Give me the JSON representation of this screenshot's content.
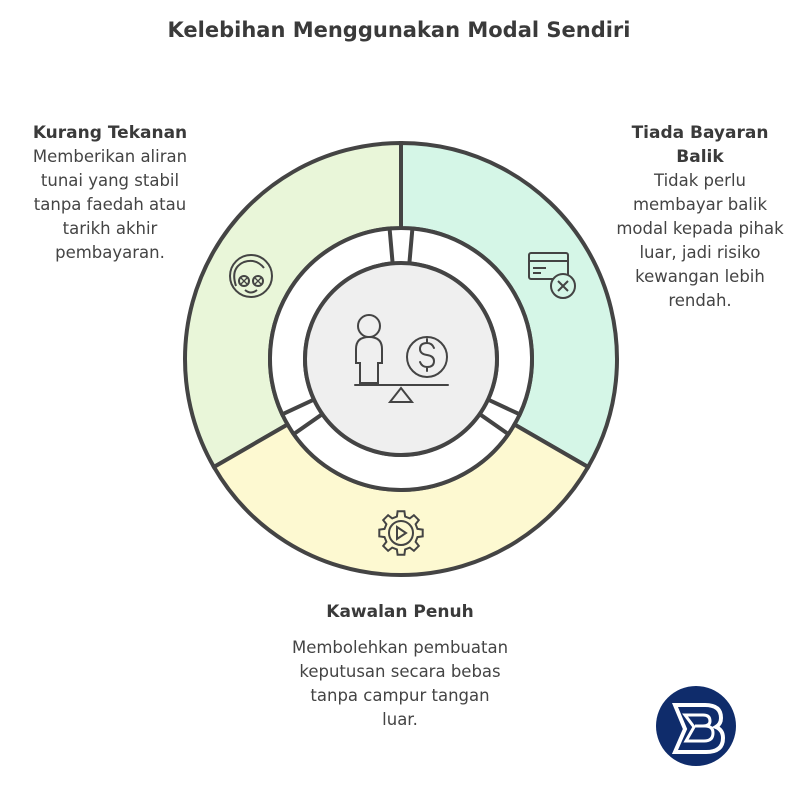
{
  "title": "Kelebihan Menggunakan Modal Sendiri",
  "segments": [
    {
      "id": "tl",
      "heading": "Kurang Tekanan",
      "text": "Memberikan aliran tunai yang stabil tanpa faedah atau tarikh akhir pembayaran.",
      "color": "#e9f6d9",
      "icon": "relaxed-face-icon"
    },
    {
      "id": "tr",
      "heading": "Tiada Bayaran Balik",
      "text": "Tidak perlu membayar balik modal kepada pihak luar, jadi risiko kewangan lebih rendah.",
      "color": "#d5f6e7",
      "icon": "credit-card-cancel-icon"
    },
    {
      "id": "bt",
      "heading": "Kawalan Penuh",
      "text": "Membolehkan pembuatan keputusan secara bebas tanpa campur tangan luar.",
      "color": "#fdf9d1",
      "icon": "gear-play-icon"
    }
  ],
  "center": {
    "icon": "person-money-balance-icon",
    "color": "#efefef"
  },
  "logo": {
    "text": "B",
    "color": "#0f2c6b"
  }
}
